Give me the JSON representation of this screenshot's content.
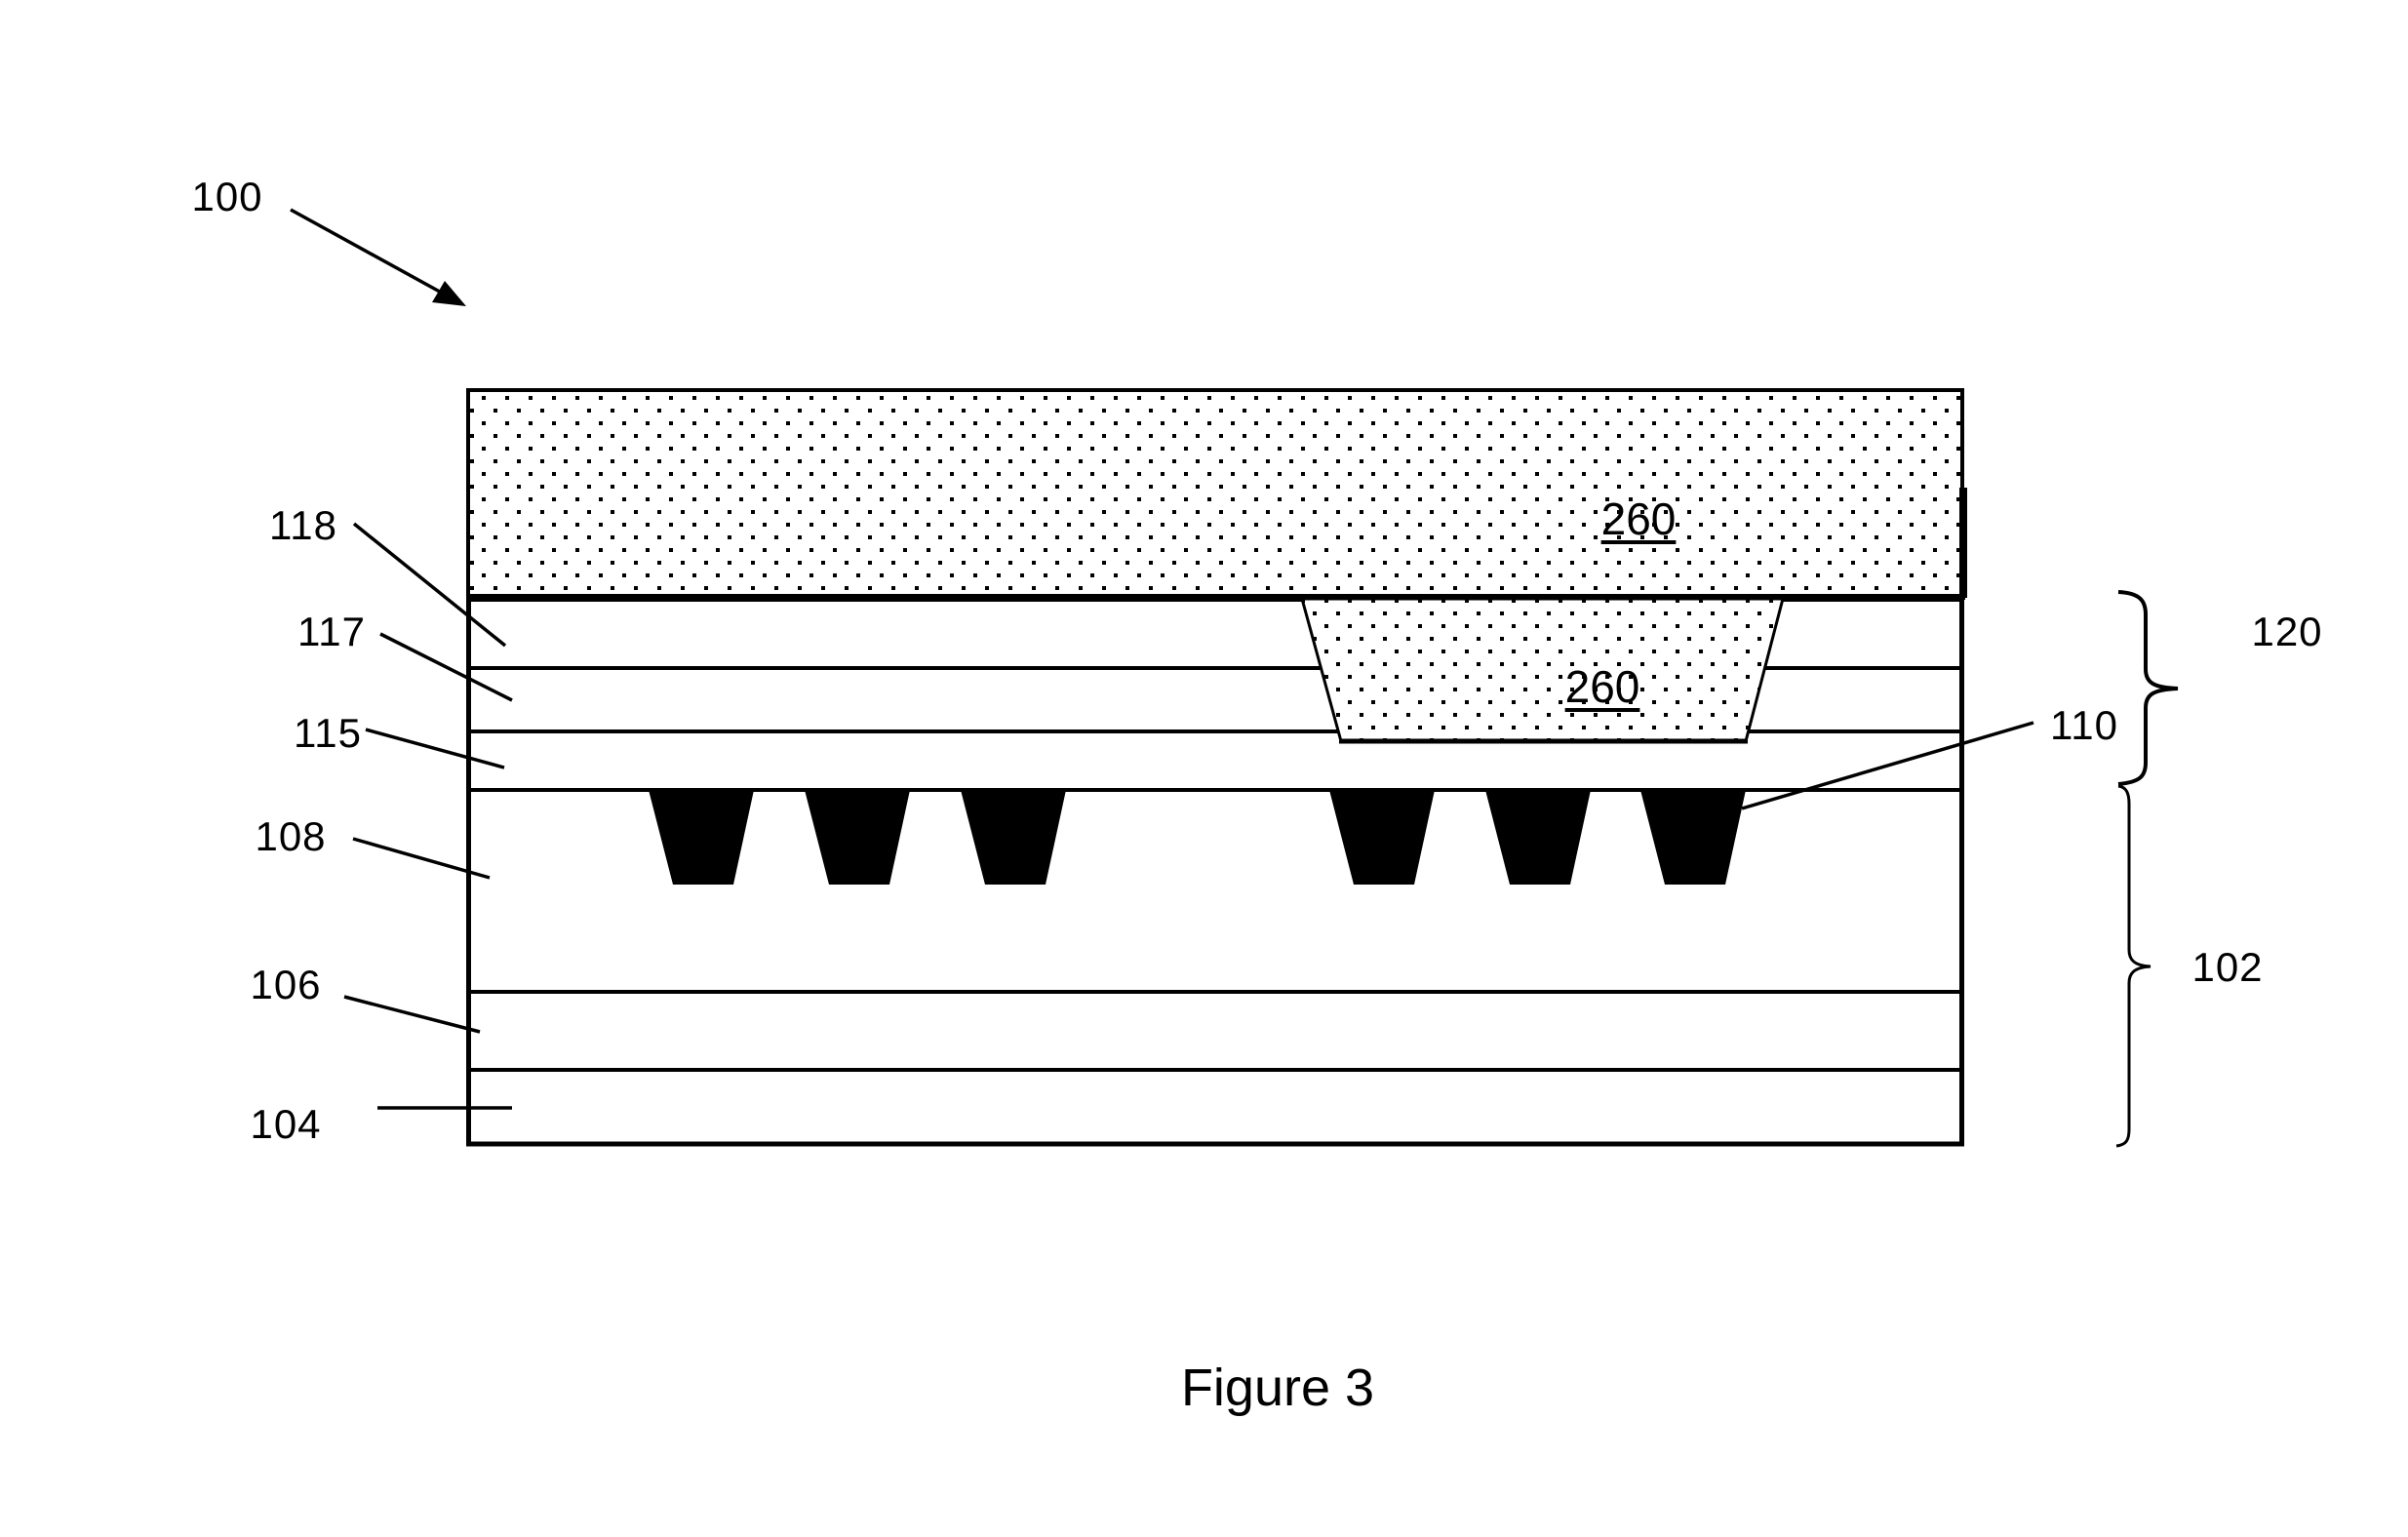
{
  "figure": {
    "caption": "Figure 3",
    "colors": {
      "ink": "#000000",
      "background": "#ffffff"
    }
  },
  "labels": {
    "assembly": "100",
    "layer_118": "118",
    "layer_117": "117",
    "layer_115": "115",
    "layer_108": "108",
    "layer_106": "106",
    "layer_104": "104",
    "feature_110": "110",
    "stack_120": "120",
    "stack_102": "102",
    "fill_top_260": "260",
    "fill_via_260": "260"
  }
}
